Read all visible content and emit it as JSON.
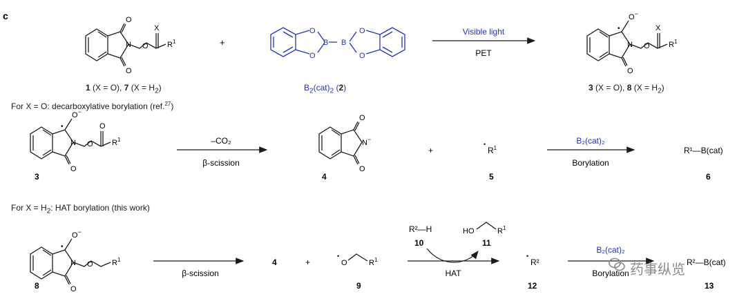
{
  "panel": "c",
  "row1": {
    "plus": "+",
    "arrow_top": "Visible light",
    "arrow_bottom": "PET",
    "label_1_7": [
      "1",
      " (X = O),  ",
      "7",
      " (X = H",
      "2",
      ")"
    ],
    "label_b2cat2": [
      "B",
      "2",
      "(cat)",
      "2",
      " (",
      "2",
      ")"
    ],
    "label_3_8": [
      "3",
      " (X = O),  ",
      "8",
      " (X = H",
      "2",
      ")"
    ]
  },
  "row2": {
    "heading": [
      "For X = O: decarboxylative borylation (ref.",
      "27",
      ")"
    ],
    "arrow1_top": "–CO₂",
    "arrow1_bottom": "β-scission",
    "plus": "+",
    "arrow2_top": "B₂(cat)₂",
    "arrow2_bottom": "Borylation",
    "product": "R¹—B(cat)",
    "labels": [
      "3",
      "4",
      "5",
      "6"
    ]
  },
  "row3": {
    "heading": [
      "For X = H",
      "2",
      ": HAT borylation (this work)"
    ],
    "arrow1_bottom": "β-scission",
    "intermediate": "4",
    "plus": "+",
    "reagent": "R²—H",
    "reagent_label": "10",
    "alcohol_label": "11",
    "arrow2_bottom": "HAT",
    "radical": "R²",
    "arrow3_top": "B₂(cat)₂",
    "arrow3_bottom": "Borylation",
    "product": "R²—B(cat)",
    "labels": [
      "8",
      "9",
      "12",
      "13"
    ]
  },
  "atoms": {
    "O": "O",
    "N": "N",
    "X": "X",
    "B": "B",
    "R1": "R",
    "sup1": "1",
    "sup2": "2",
    "Ominus": "O",
    "minus": "−",
    "HO": "HO",
    "dot": "•"
  },
  "watermark": "药事纵览",
  "colors": {
    "ink": "#1a1a1a",
    "blue": "#2233bb",
    "watermark": "#777777"
  }
}
